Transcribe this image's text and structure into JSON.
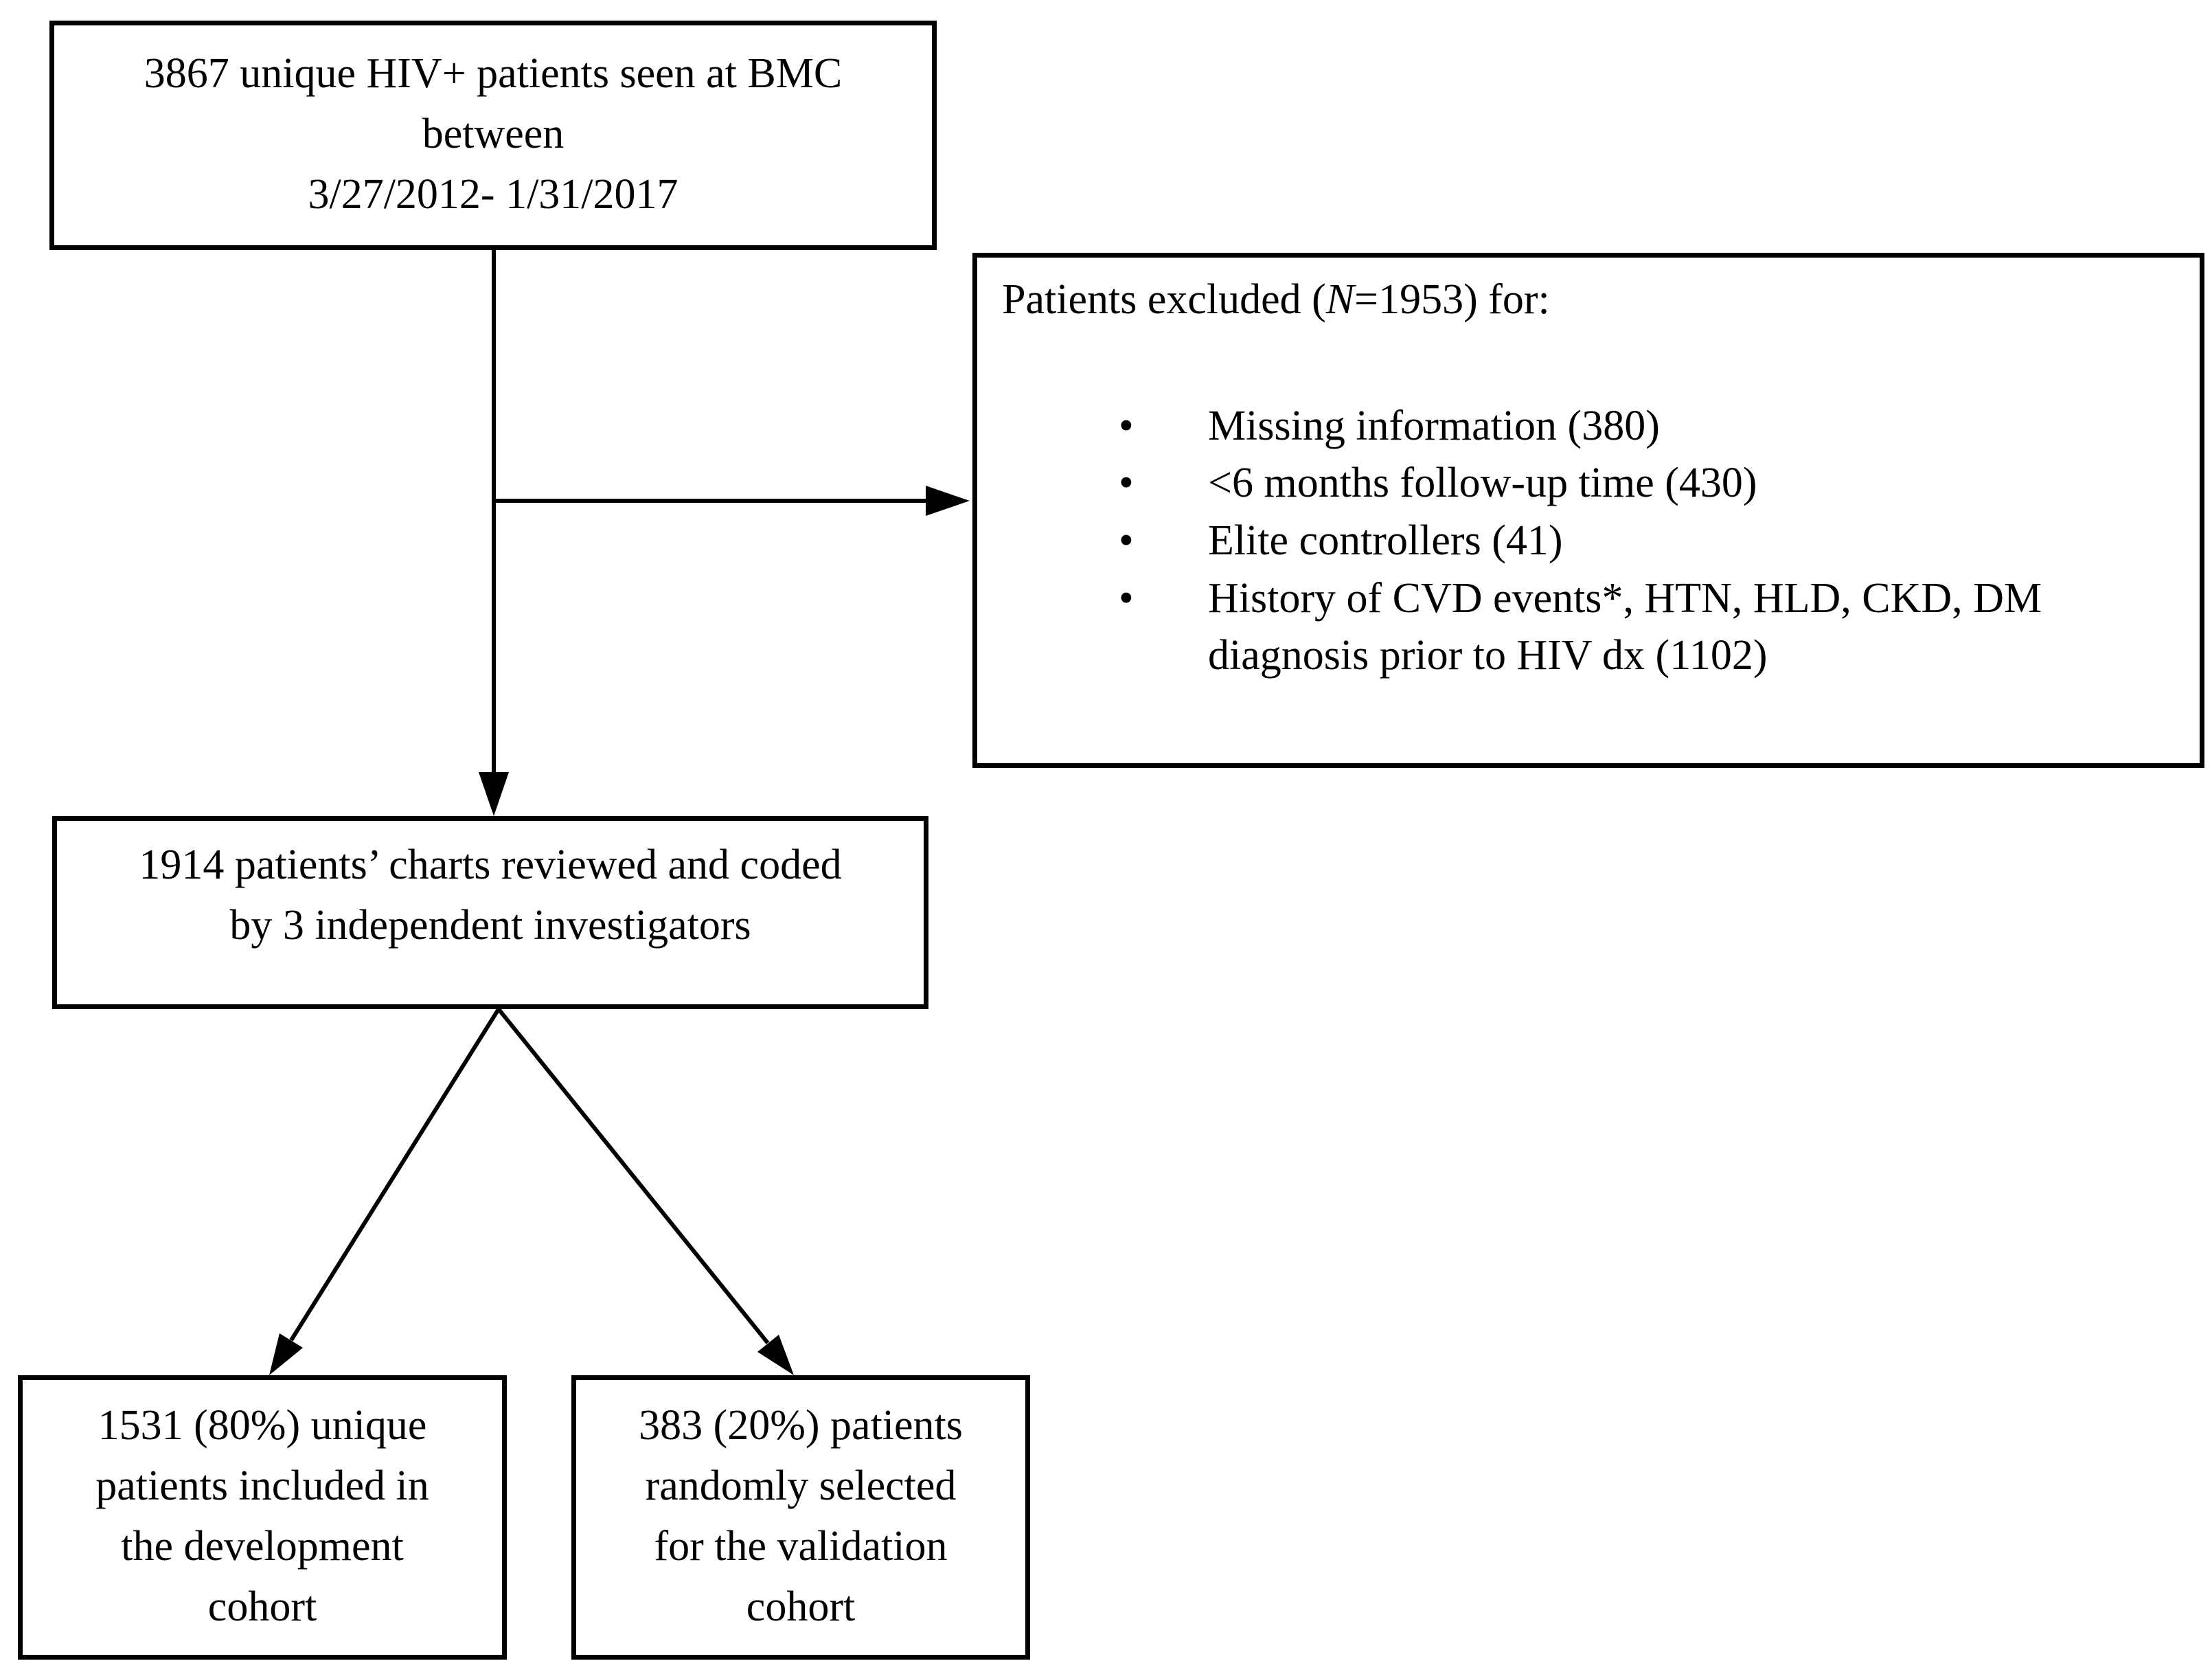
{
  "canvas": {
    "background": "#ffffff",
    "ink": "#000000"
  },
  "boxes": {
    "top": {
      "lines": [
        "3867 unique HIV+ patients seen at BMC",
        "between",
        "3/27/2012- 1/31/2017"
      ]
    },
    "exclusion": {
      "title_prefix": "Patients excluded (",
      "title_n": "N",
      "title_suffix": "=1953) for:",
      "bullet_glyph": "•",
      "bullets": [
        "Missing information (380)",
        "<6 months follow-up time (430)",
        "Elite controllers (41)",
        "History of CVD events*, HTN, HLD, CKD, DM diagnosis prior to HIV dx (1102)"
      ]
    },
    "review": {
      "lines": [
        "1914 patients’ charts reviewed and coded",
        "by 3 independent investigators"
      ]
    },
    "development": {
      "lines": [
        "1531 (80%) unique",
        "patients included in",
        "the development",
        "cohort"
      ]
    },
    "validation": {
      "lines": [
        "383 (20%) patients",
        "randomly selected",
        "for the validation",
        "cohort"
      ]
    }
  }
}
